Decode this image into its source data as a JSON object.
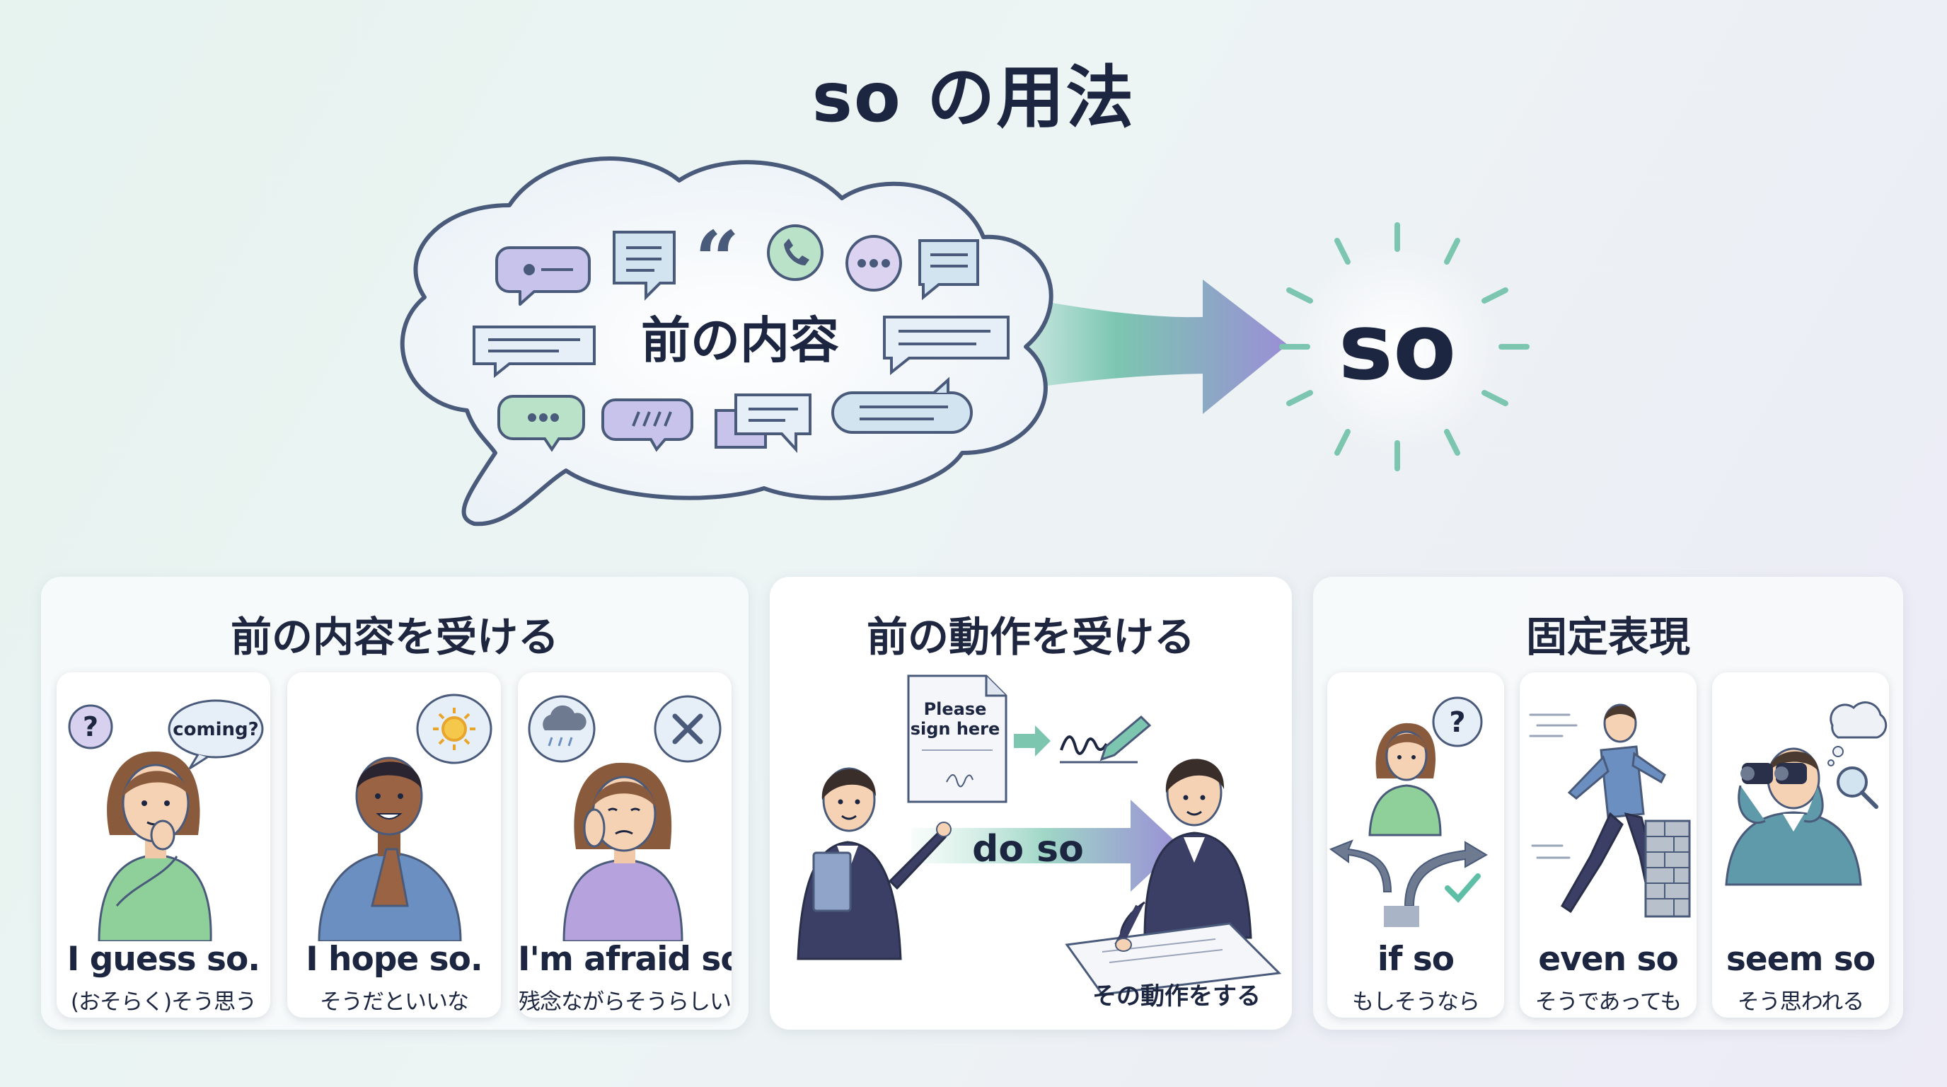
{
  "title": "so の用法",
  "hero": {
    "cloud_label": "前の内容",
    "so_label": "so"
  },
  "panels": [
    {
      "heading": "前の内容を受ける",
      "cards": [
        {
          "phrase": "I guess so.",
          "meaning": "(おそらく)そう思う",
          "bubble": "coming?",
          "icon": "question-icon"
        },
        {
          "phrase": "I hope so.",
          "meaning": "そうだといいな",
          "icon": "sun-icon"
        },
        {
          "phrase": "I'm afraid so.",
          "meaning": "残念ながらそうらしい",
          "icon": "rain-cloud-icon"
        }
      ]
    },
    {
      "heading": "前の動作を受ける",
      "doc_text": "Please sign here",
      "action_label": "do so",
      "meaning": "その動作をする"
    },
    {
      "heading": "固定表現",
      "cards": [
        {
          "phrase": "if so",
          "meaning": "もしそうなら",
          "icon": "question-icon"
        },
        {
          "phrase": "even so",
          "meaning": "そうであっても",
          "icon": "brick-wall-icon"
        },
        {
          "phrase": "seem so",
          "meaning": "そう思われる",
          "icon": "binoculars-icon"
        }
      ]
    }
  ],
  "colors": {
    "navy": "#1d2640",
    "teal": "#7cc6b0",
    "purple": "#9a8fd6",
    "green_shirt": "#8fcf9a",
    "blue_shirt": "#6a8fc0",
    "lavender_shirt": "#b6a3de"
  }
}
